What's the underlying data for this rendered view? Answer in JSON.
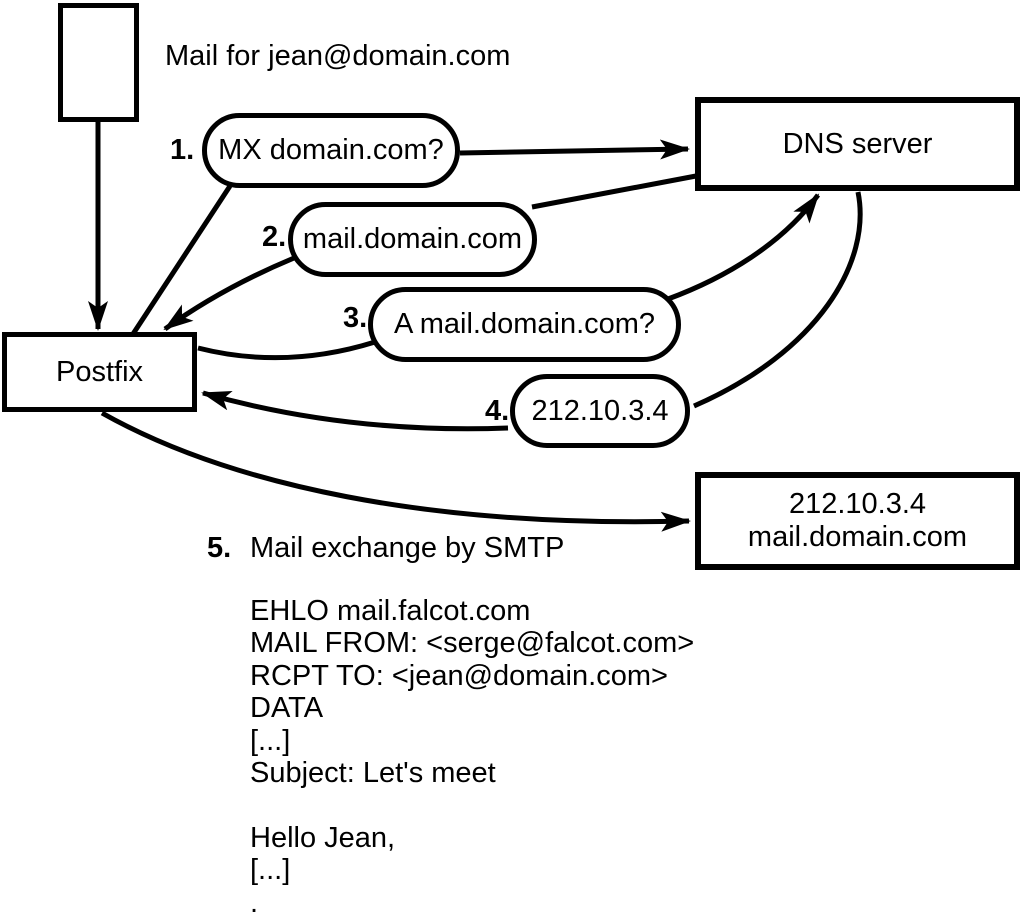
{
  "title": "Mail for jean@domain.com",
  "colors": {
    "ink": "#000000",
    "background": "#ffffff"
  },
  "nodes": {
    "postfix": {
      "label": "Postfix"
    },
    "dns_server": {
      "label": "DNS server"
    },
    "mail_exchanger": {
      "line1": "212.10.3.4",
      "line2": "mail.domain.com"
    }
  },
  "steps": [
    {
      "number": "1.",
      "label": "MX domain.com?"
    },
    {
      "number": "2.",
      "label": "mail.domain.com"
    },
    {
      "number": "3.",
      "label": "A mail.domain.com?"
    },
    {
      "number": "4.",
      "label": "212.10.3.4"
    },
    {
      "number": "5.",
      "label": "Mail exchange by SMTP"
    }
  ],
  "smtp_session": {
    "lines": [
      "EHLO mail.falcot.com",
      "MAIL FROM: <serge@falcot.com>",
      "RCPT TO: <jean@domain.com>",
      "DATA",
      "[...]",
      "Subject: Let's meet",
      "",
      "Hello Jean,",
      "[...]",
      "."
    ]
  }
}
